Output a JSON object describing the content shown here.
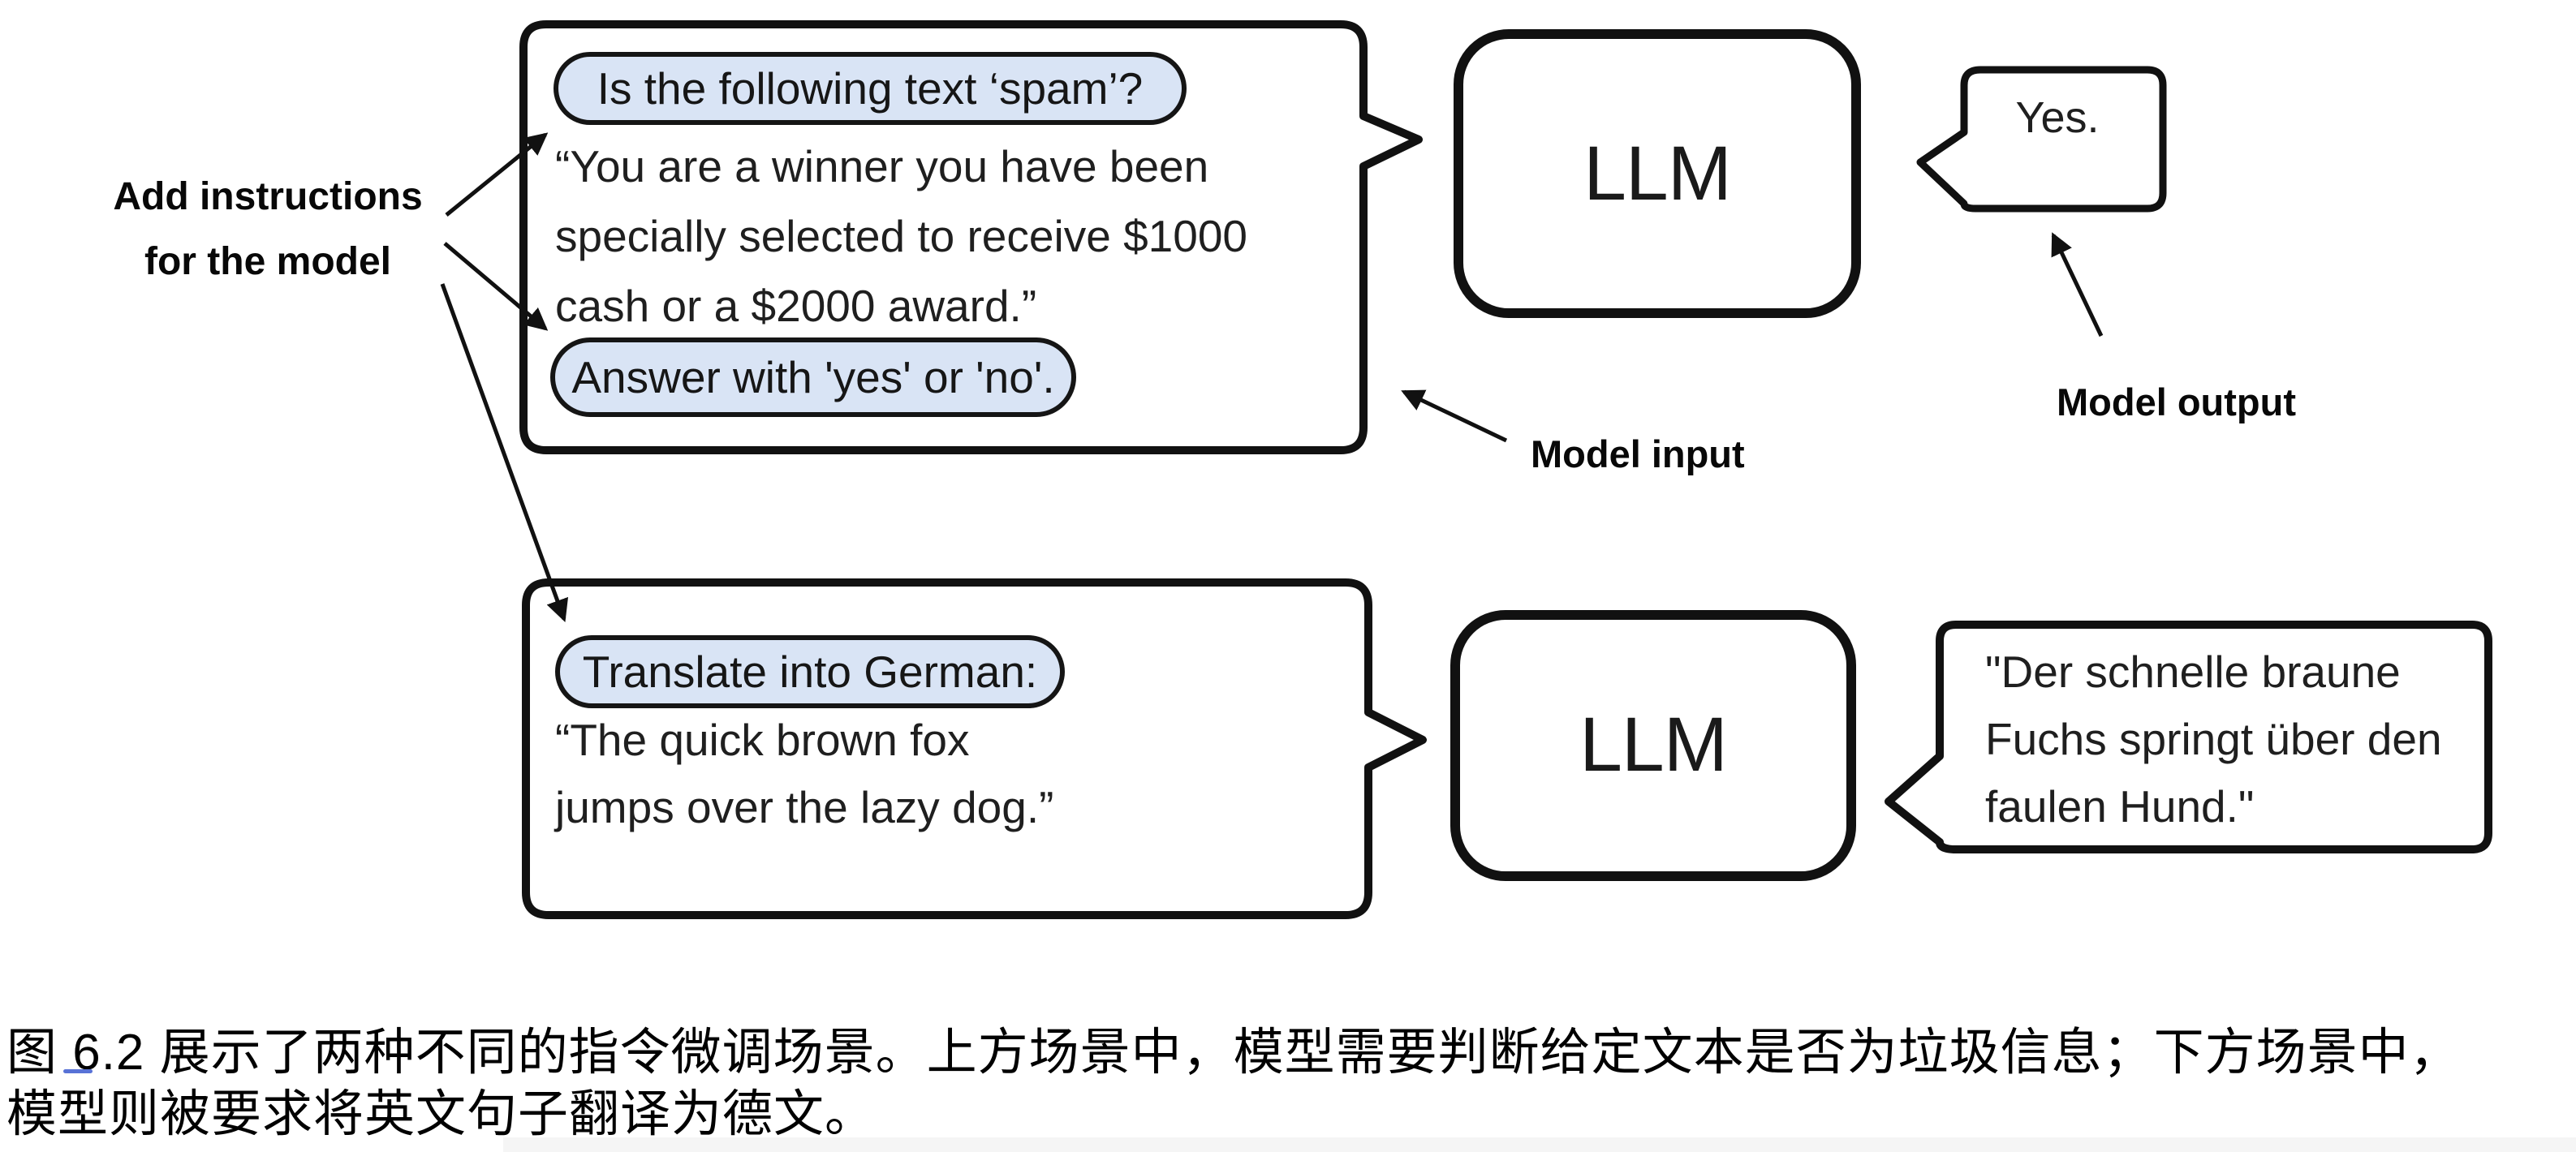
{
  "annotations": {
    "add_instructions_line1": "Add instructions",
    "add_instructions_line2": "for the model",
    "model_input": "Model input",
    "model_output": "Model output"
  },
  "spam_scenario": {
    "instruction_pill_top": "Is the following text ‘spam’?",
    "body_line1": "“You are a winner you have been",
    "body_line2": "specially selected to receive $1000",
    "body_line3": "cash or a $2000 award.”",
    "instruction_pill_bottom": "Answer with 'yes' or 'no'.",
    "llm_label": "LLM",
    "output_text": "Yes."
  },
  "translation_scenario": {
    "instruction_pill": "Translate into German:",
    "body_line1": "“The quick brown fox",
    "body_line2": "jumps over the lazy dog.”",
    "llm_label": "LLM",
    "output_line1": "\"Der schnelle braune",
    "output_line2": "Fuchs springt über den",
    "output_line3": "faulen Hund.\""
  },
  "caption": {
    "line1": "图 6.2 展示了两种不同的指令微调场景。上方场景中，模型需要判断给定文本是否为垃圾信息；下方场景中，",
    "line2": "模型则被要求将英文句子翻译为德文。"
  },
  "colors": {
    "instruction_pill_fill": "#d9e4f5",
    "outline": "#111111",
    "body_text": "#1f1f1f"
  }
}
